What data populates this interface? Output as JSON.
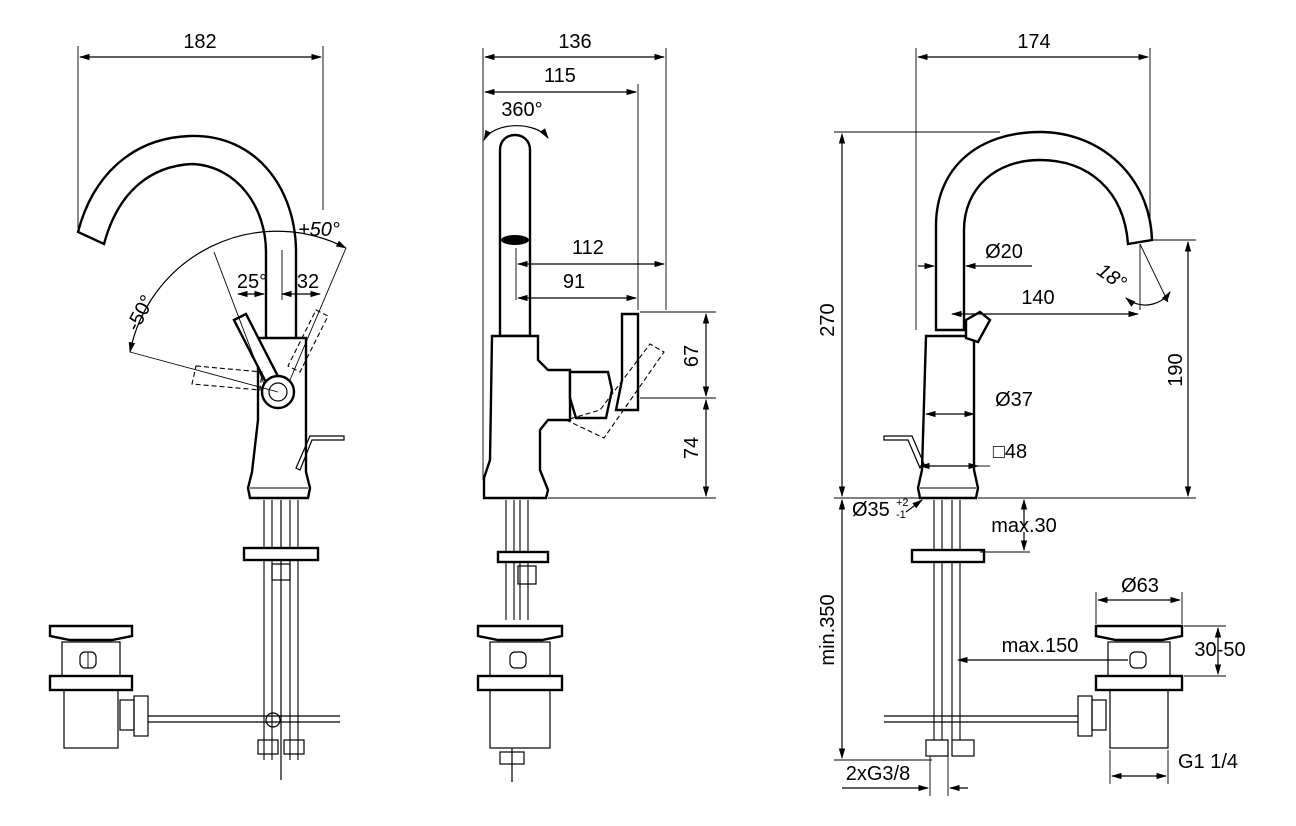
{
  "front_view": {
    "width_total": "182",
    "angle_plus": "+50°",
    "angle_minus": "-50°",
    "angle_25": "25°",
    "offset_32": "32"
  },
  "side_view": {
    "depth_total": "136",
    "depth_115": "115",
    "rotation": "360°",
    "reach_112": "112",
    "reach_91": "91",
    "height_67": "67",
    "height_74": "74"
  },
  "right_view": {
    "width_total": "174",
    "height_270": "270",
    "height_190": "190",
    "spout_dia": "Ø20",
    "angle_18": "18°",
    "projection_140": "140",
    "body_dia": "Ø37",
    "base_square": "□48",
    "hole_dia": "Ø35",
    "hole_tol_plus": "+2",
    "hole_tol_minus": "-1",
    "max_deck": "max.30",
    "min_350": "min.350",
    "waste_dia": "Ø63",
    "max_150": "max.150",
    "waste_range": "30-50",
    "connection": "2xG3/8",
    "waste_thread": "G1 1/4"
  }
}
